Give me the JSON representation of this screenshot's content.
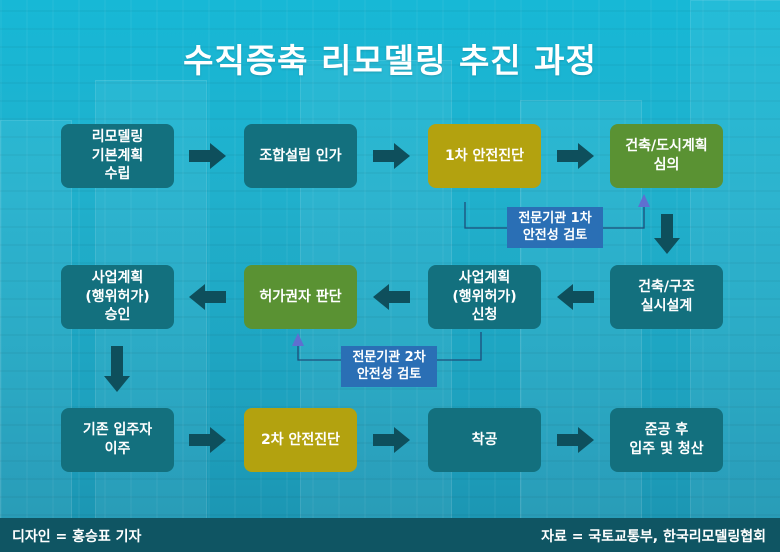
{
  "title": "수직증축 리모델링 추진 과정",
  "steps": {
    "s1": "리모델링\n기본계획\n수립",
    "s2": "조합설립 인가",
    "s3": "1차 안전진단",
    "s4": "건축/도시계획\n심의",
    "s5": "건축/구조\n실시설계",
    "s6": "사업계획\n(행위허가)\n신청",
    "s7": "허가권자 판단",
    "s8": "사업계획\n(행위허가)\n승인",
    "s9": "기존 입주자\n이주",
    "s10": "2차 안전진단",
    "s11": "착공",
    "s12": "준공 후\n입주 및 청산"
  },
  "notes": {
    "n1": "전문기관 1차\n안전성 검토",
    "n2": "전문기관 2차\n안전성 검토"
  },
  "footer": {
    "design": "디자인 = 홍승표 기자",
    "source": "자료 = 국토교통부, 한국리모델링협회"
  },
  "colors": {
    "teal_box": "#13707e",
    "gold_box": "#b3a20f",
    "green_box": "#5a9233",
    "note_box": "#2a6fb5",
    "arrow": "#0e4f5c",
    "footer": "#0f5563"
  }
}
